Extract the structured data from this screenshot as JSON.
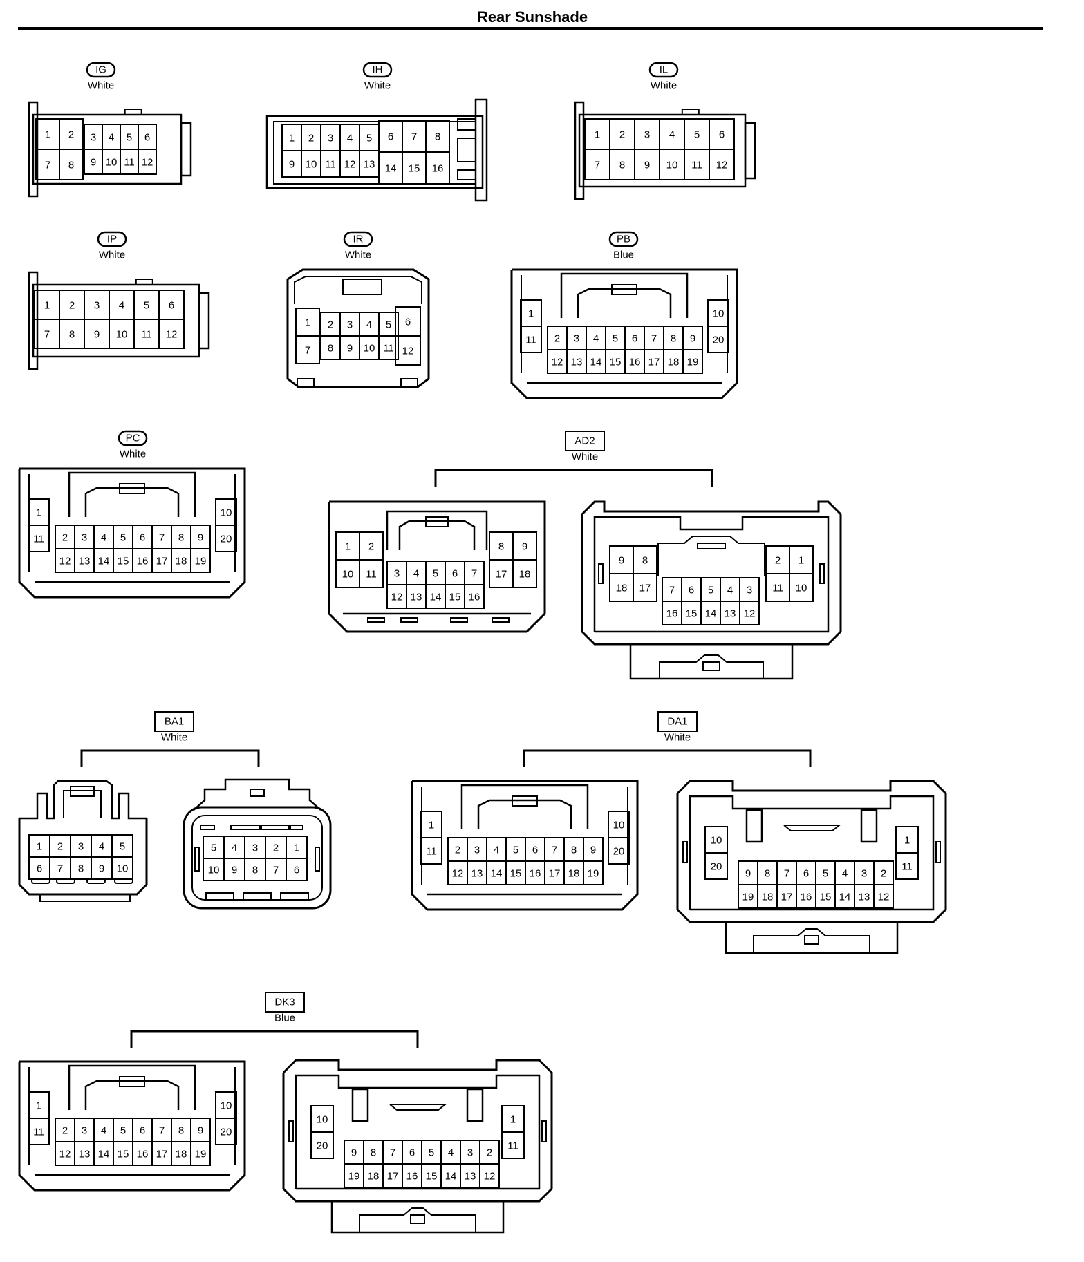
{
  "title": "Rear Sunshade",
  "connectors": [
    {
      "code": "IG",
      "color": "White",
      "label_style": "oval"
    },
    {
      "code": "IH",
      "color": "White",
      "label_style": "oval"
    },
    {
      "code": "IL",
      "color": "White",
      "label_style": "oval"
    },
    {
      "code": "IP",
      "color": "White",
      "label_style": "oval"
    },
    {
      "code": "IR",
      "color": "White",
      "label_style": "oval"
    },
    {
      "code": "PB",
      "color": "Blue",
      "label_style": "oval"
    },
    {
      "code": "PC",
      "color": "White",
      "label_style": "oval"
    },
    {
      "code": "AD2",
      "color": "White",
      "label_style": "box"
    },
    {
      "code": "BA1",
      "color": "White",
      "label_style": "box"
    },
    {
      "code": "DA1",
      "color": "White",
      "label_style": "box"
    },
    {
      "code": "DK3",
      "color": "Blue",
      "label_style": "box"
    }
  ],
  "pins": {
    "IG": [
      [
        "1",
        "2",
        "3",
        "4",
        "5",
        "6"
      ],
      [
        "7",
        "8",
        "9",
        "10",
        "11",
        "12"
      ]
    ],
    "IH": [
      [
        "1",
        "2",
        "3",
        "4",
        "5",
        "6",
        "7",
        "8"
      ],
      [
        "9",
        "10",
        "11",
        "12",
        "13",
        "14",
        "15",
        "16"
      ]
    ],
    "IL": [
      [
        "1",
        "2",
        "3",
        "4",
        "5",
        "6"
      ],
      [
        "7",
        "8",
        "9",
        "10",
        "11",
        "12"
      ]
    ],
    "IP": [
      [
        "1",
        "2",
        "3",
        "4",
        "5",
        "6"
      ],
      [
        "7",
        "8",
        "9",
        "10",
        "11",
        "12"
      ]
    ],
    "IR": {
      "left": [
        "1",
        "7"
      ],
      "center": [
        [
          "2",
          "3",
          "4",
          "5"
        ],
        [
          "8",
          "9",
          "10",
          "11"
        ]
      ],
      "right": [
        "6",
        "12"
      ]
    },
    "PB": {
      "left": [
        "1",
        "11"
      ],
      "center": [
        [
          "2",
          "3",
          "4",
          "5",
          "6",
          "7",
          "8",
          "9"
        ],
        [
          "12",
          "13",
          "14",
          "15",
          "16",
          "17",
          "18",
          "19"
        ]
      ],
      "right": [
        "10",
        "20"
      ]
    },
    "PC": {
      "left": [
        "1",
        "11"
      ],
      "center": [
        [
          "2",
          "3",
          "4",
          "5",
          "6",
          "7",
          "8",
          "9"
        ],
        [
          "12",
          "13",
          "14",
          "15",
          "16",
          "17",
          "18",
          "19"
        ]
      ],
      "right": [
        "10",
        "20"
      ]
    },
    "AD2_a": {
      "left": [
        [
          "1",
          "2"
        ],
        [
          "10",
          "11"
        ]
      ],
      "center": [
        [
          "3",
          "4",
          "5",
          "6",
          "7"
        ],
        [
          "12",
          "13",
          "14",
          "15",
          "16"
        ]
      ],
      "right": [
        [
          "8",
          "9"
        ],
        [
          "17",
          "18"
        ]
      ]
    },
    "AD2_b": {
      "left": [
        [
          "9",
          "8"
        ],
        [
          "18",
          "17"
        ]
      ],
      "center": [
        [
          "7",
          "6",
          "5",
          "4",
          "3"
        ],
        [
          "16",
          "15",
          "14",
          "13",
          "12"
        ]
      ],
      "right": [
        [
          "2",
          "1"
        ],
        [
          "11",
          "10"
        ]
      ]
    },
    "BA1_a": [
      [
        "1",
        "2",
        "3",
        "4",
        "5"
      ],
      [
        "6",
        "7",
        "8",
        "9",
        "10"
      ]
    ],
    "BA1_b": [
      [
        "5",
        "4",
        "3",
        "2",
        "1"
      ],
      [
        "10",
        "9",
        "8",
        "7",
        "6"
      ]
    ],
    "DA1_a": {
      "left": [
        "1",
        "11"
      ],
      "center": [
        [
          "2",
          "3",
          "4",
          "5",
          "6",
          "7",
          "8",
          "9"
        ],
        [
          "12",
          "13",
          "14",
          "15",
          "16",
          "17",
          "18",
          "19"
        ]
      ],
      "right": [
        "10",
        "20"
      ]
    },
    "DA1_b": {
      "left": [
        "10",
        "20"
      ],
      "center": [
        [
          "9",
          "8",
          "7",
          "6",
          "5",
          "4",
          "3",
          "2"
        ],
        [
          "19",
          "18",
          "17",
          "16",
          "15",
          "14",
          "13",
          "12"
        ]
      ],
      "right": [
        "1",
        "11"
      ]
    },
    "DK3_a": {
      "left": [
        "1",
        "11"
      ],
      "center": [
        [
          "2",
          "3",
          "4",
          "5",
          "6",
          "7",
          "8",
          "9"
        ],
        [
          "12",
          "13",
          "14",
          "15",
          "16",
          "17",
          "18",
          "19"
        ]
      ],
      "right": [
        "10",
        "20"
      ]
    },
    "DK3_b": {
      "left": [
        "10",
        "20"
      ],
      "center": [
        [
          "9",
          "8",
          "7",
          "6",
          "5",
          "4",
          "3",
          "2"
        ],
        [
          "19",
          "18",
          "17",
          "16",
          "15",
          "14",
          "13",
          "12"
        ]
      ],
      "right": [
        "1",
        "11"
      ]
    }
  }
}
